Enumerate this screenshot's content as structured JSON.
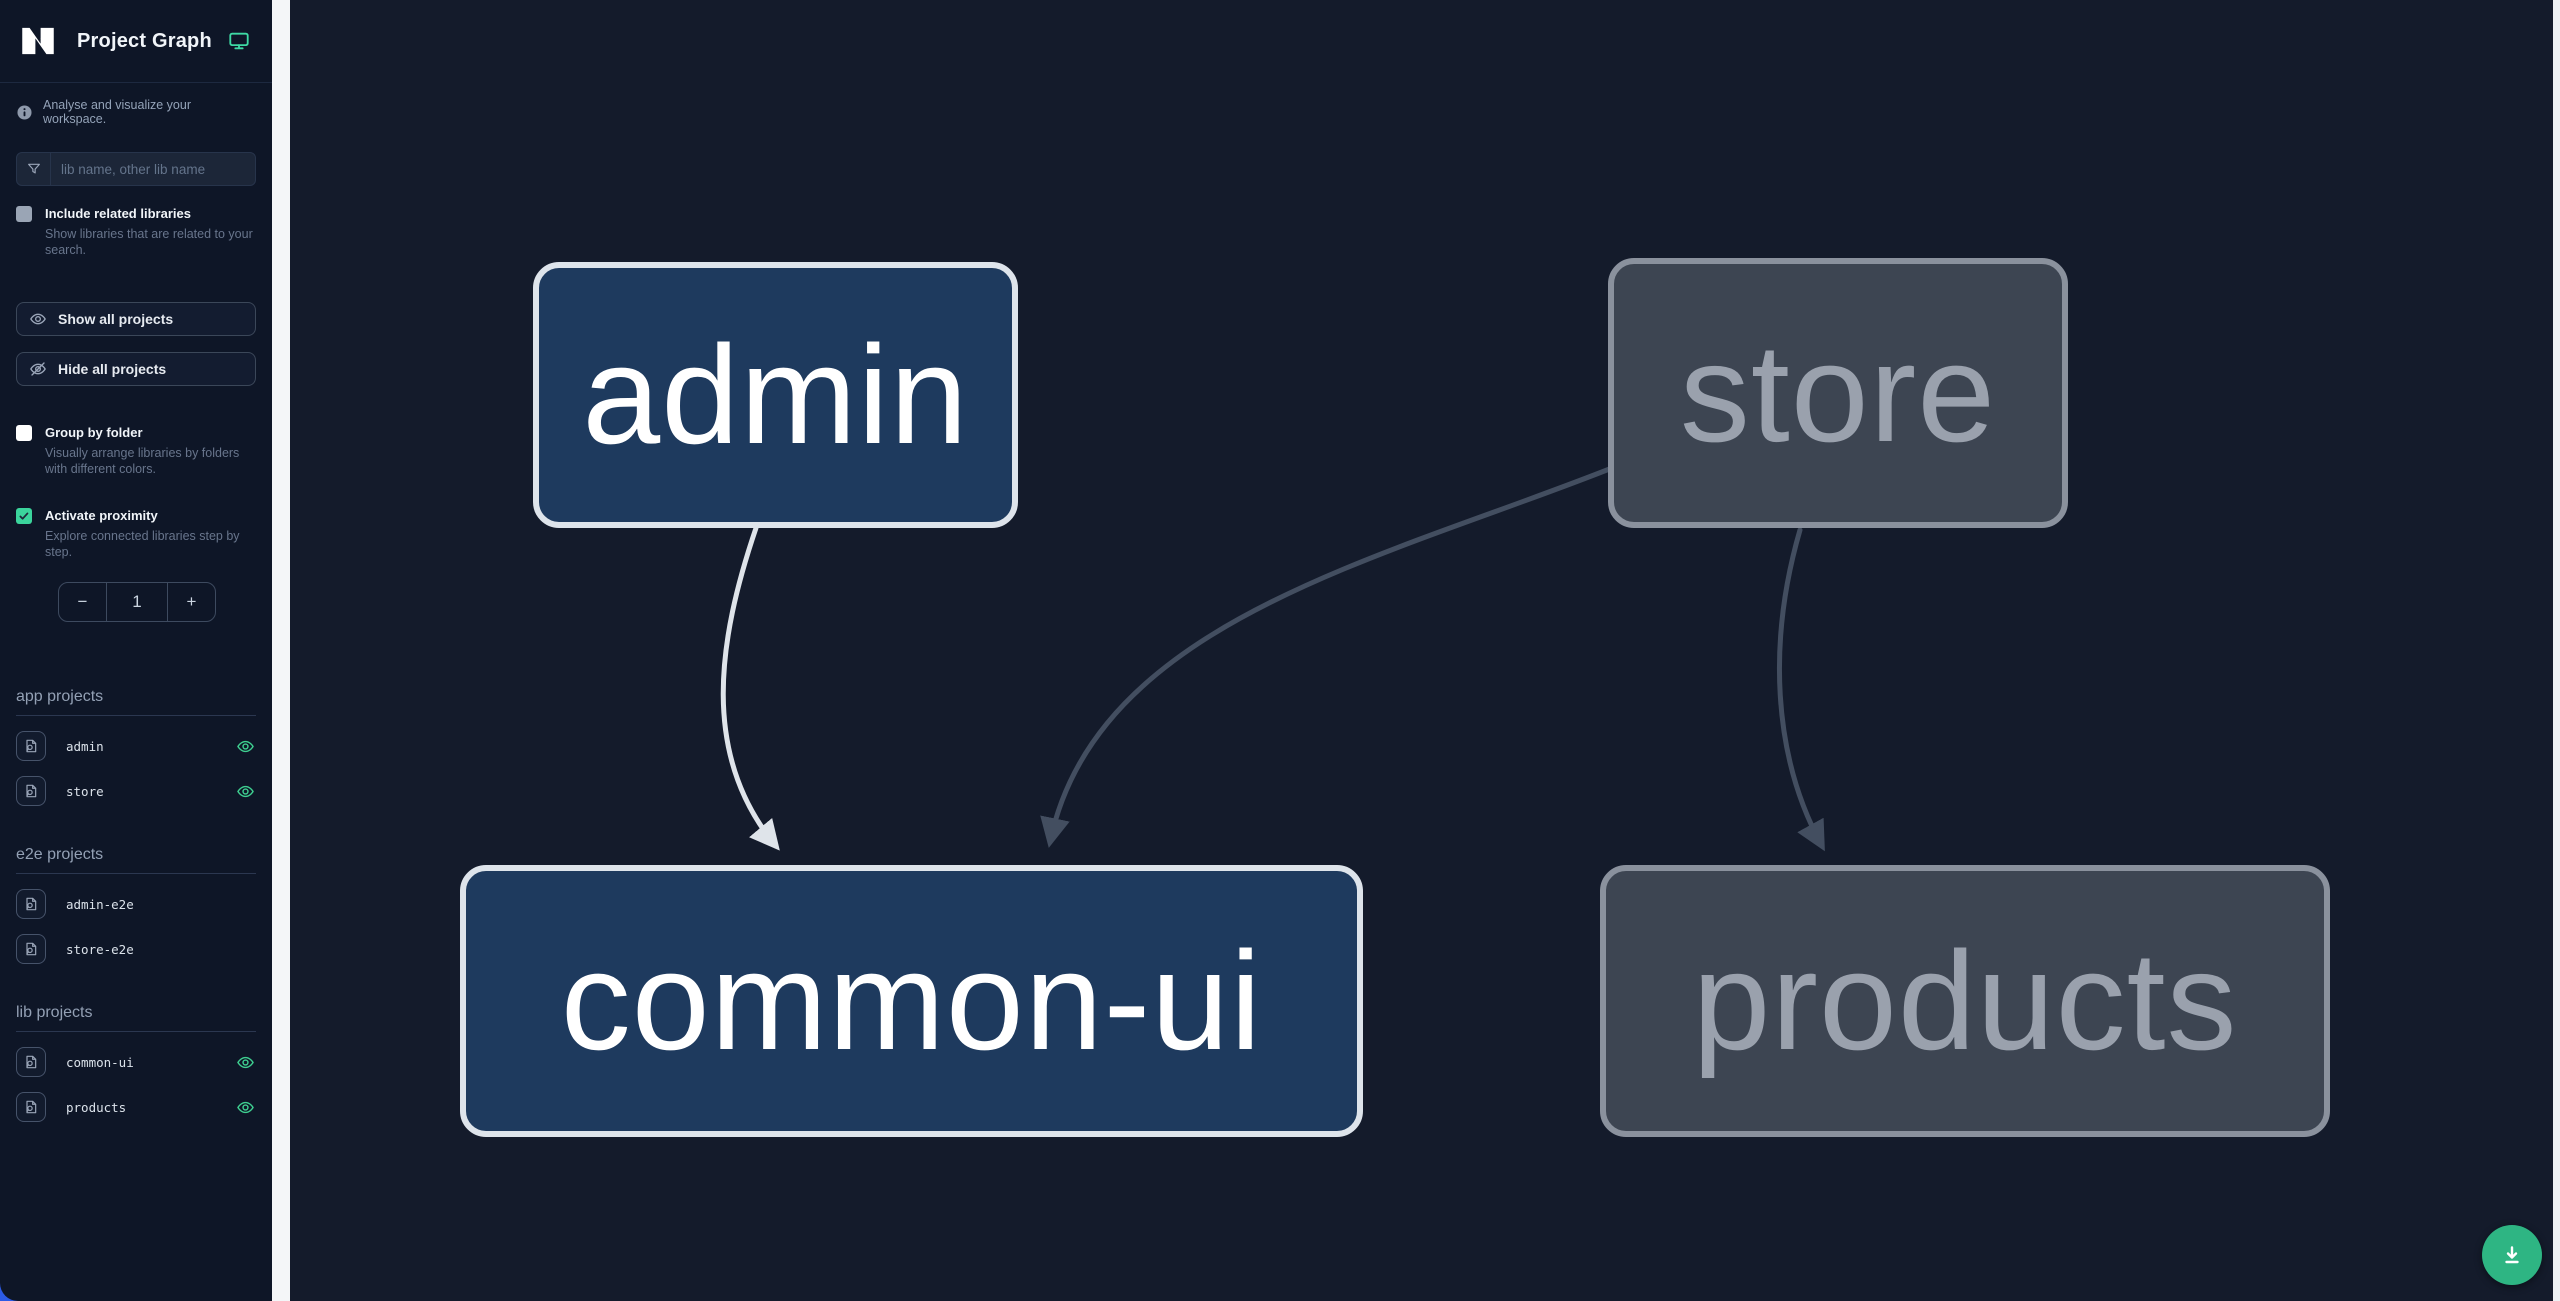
{
  "header": {
    "title": "Project Graph"
  },
  "intro": {
    "text": "Analyse and visualize your workspace."
  },
  "search": {
    "placeholder": "lib name, other lib name"
  },
  "options": {
    "include_related": {
      "label": "Include related libraries",
      "description": "Show libraries that are related to your search.",
      "checked": false
    },
    "group_by_folder": {
      "label": "Group by folder",
      "description": "Visually arrange libraries by folders with different colors.",
      "checked": false
    },
    "activate_proximity": {
      "label": "Activate proximity",
      "description": "Explore connected libraries step by step.",
      "checked": true
    }
  },
  "actions": {
    "show_all": "Show all projects",
    "hide_all": "Hide all projects"
  },
  "proximity_stepper": {
    "decrement": "−",
    "value": "1",
    "increment": "+"
  },
  "project_sections": [
    {
      "title": "app projects",
      "items": [
        {
          "name": "admin",
          "visible": true
        },
        {
          "name": "store",
          "visible": true
        }
      ]
    },
    {
      "title": "e2e projects",
      "items": [
        {
          "name": "admin-e2e",
          "visible": false
        },
        {
          "name": "store-e2e",
          "visible": false
        }
      ]
    },
    {
      "title": "lib projects",
      "items": [
        {
          "name": "common-ui",
          "visible": true
        },
        {
          "name": "products",
          "visible": true
        }
      ]
    }
  ],
  "graph": {
    "nodes": [
      {
        "id": "admin",
        "label": "admin",
        "state": "highlighted"
      },
      {
        "id": "store",
        "label": "store",
        "state": "faded"
      },
      {
        "id": "common-ui",
        "label": "common-ui",
        "state": "highlighted"
      },
      {
        "id": "products",
        "label": "products",
        "state": "faded"
      }
    ],
    "edges": [
      {
        "source": "admin",
        "target": "common-ui",
        "state": "highlighted"
      },
      {
        "source": "store",
        "target": "common-ui",
        "state": "faded"
      },
      {
        "source": "store",
        "target": "products",
        "state": "faded"
      }
    ]
  },
  "fab": {
    "action": "download-graph"
  },
  "colors": {
    "accent_teal": "#3ed9a4",
    "fab_green": "#2eb583",
    "eye_green": "#3ecf90",
    "node_highlight_bg": "#1e3a5e",
    "node_highlight_border": "#dee4eb",
    "node_faded_bg": "#3d4552",
    "node_faded_border": "#8a919d",
    "edge_highlight": "#dfe4ea",
    "edge_faded": "#434e60",
    "sidebar_bg": "#0e1627",
    "canvas_bg": "#141b2b",
    "corner_accent": "#2d5be5"
  }
}
